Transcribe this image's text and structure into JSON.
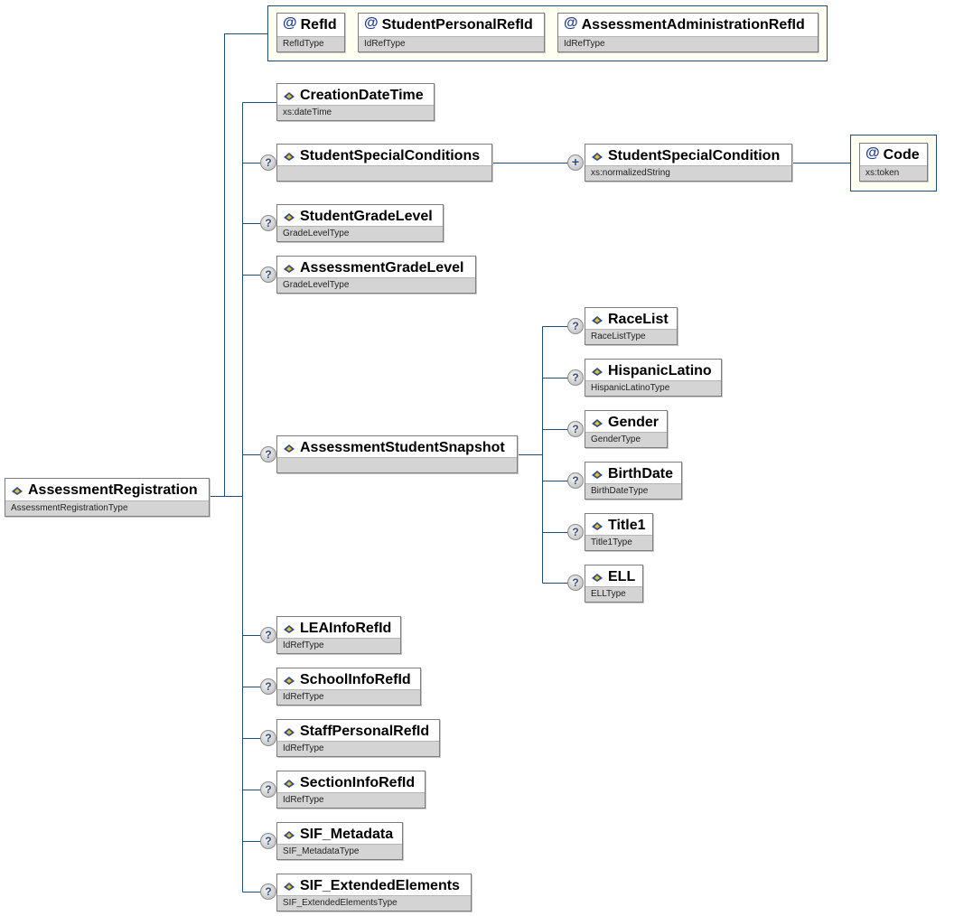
{
  "colors": {
    "connector": "#1f4d7a",
    "type_bar": "#d4d4d4",
    "attr_group_border": "#1f4d7a"
  },
  "root": {
    "name": "AssessmentRegistration",
    "type": "AssessmentRegistrationType"
  },
  "attributes": [
    {
      "name": "RefId",
      "type": "RefIdType"
    },
    {
      "name": "StudentPersonalRefId",
      "type": "IdRefType"
    },
    {
      "name": "AssessmentAdministrationRefId",
      "type": "IdRefType"
    }
  ],
  "children": {
    "creation_date_time": {
      "name": "CreationDateTime",
      "type": "xs:dateTime"
    },
    "student_special_conditions": {
      "name": "StudentSpecialConditions",
      "type": ""
    },
    "student_special_condition": {
      "name": "StudentSpecialCondition",
      "type": "xs:normalizedString"
    },
    "code": {
      "name": "Code",
      "type": "xs:token"
    },
    "student_grade_level": {
      "name": "StudentGradeLevel",
      "type": "GradeLevelType"
    },
    "assessment_grade_level": {
      "name": "AssessmentGradeLevel",
      "type": "GradeLevelType"
    },
    "assessment_student_snapshot": {
      "name": "AssessmentStudentSnapshot",
      "type": ""
    },
    "race_list": {
      "name": "RaceList",
      "type": "RaceListType"
    },
    "hispanic_latino": {
      "name": "HispanicLatino",
      "type": "HispanicLatinoType"
    },
    "gender": {
      "name": "Gender",
      "type": "GenderType"
    },
    "birth_date": {
      "name": "BirthDate",
      "type": "BirthDateType"
    },
    "title1": {
      "name": "Title1",
      "type": "Title1Type"
    },
    "ell": {
      "name": "ELL",
      "type": "ELLType"
    },
    "lea_info_ref_id": {
      "name": "LEAInfoRefId",
      "type": "IdRefType"
    },
    "school_info_ref_id": {
      "name": "SchoolInfoRefId",
      "type": "IdRefType"
    },
    "staff_personal_ref_id": {
      "name": "StaffPersonalRefId",
      "type": "IdRefType"
    },
    "section_info_ref_id": {
      "name": "SectionInfoRefId",
      "type": "IdRefType"
    },
    "sif_metadata": {
      "name": "SIF_Metadata",
      "type": "SIF_MetadataType"
    },
    "sif_extended_elements": {
      "name": "SIF_ExtendedElements",
      "type": "SIF_ExtendedElementsType"
    }
  },
  "markers": {
    "optional": "?",
    "repeat": "+",
    "attribute": "@"
  }
}
